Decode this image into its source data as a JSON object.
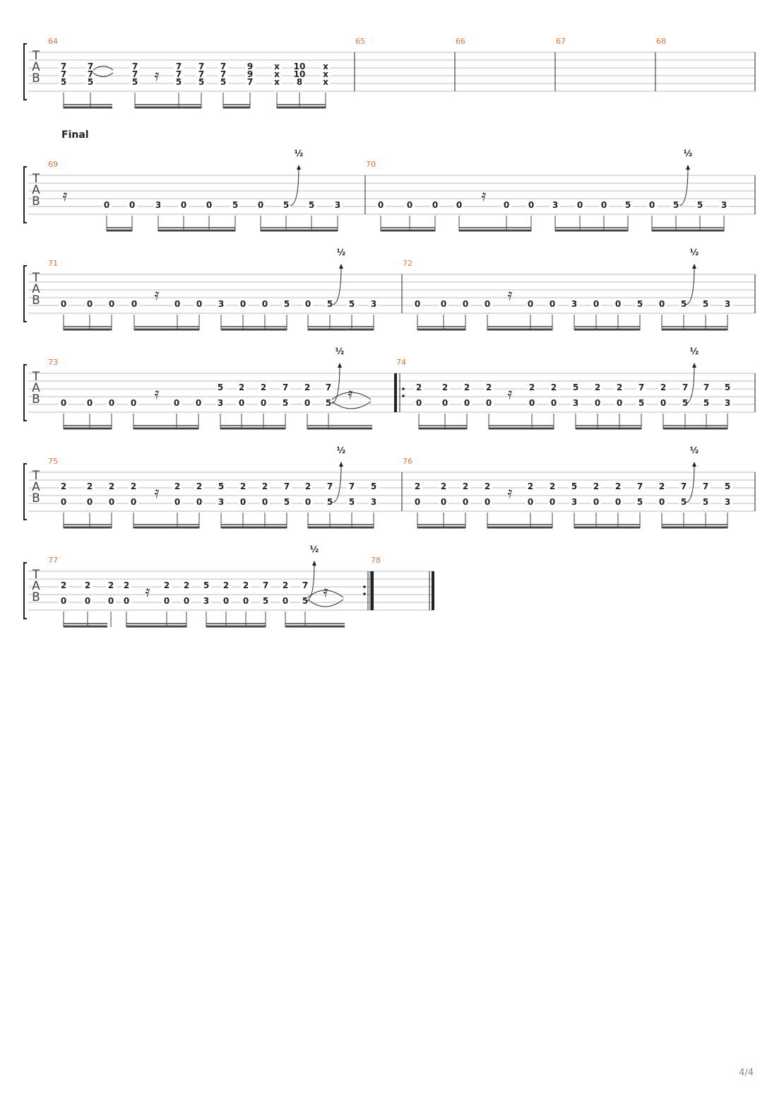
{
  "page": {
    "number": "4/4"
  },
  "section_label": "Final",
  "tab_clef": [
    "T",
    "A",
    "B"
  ],
  "bend_label": "½",
  "colors": {
    "measure_number": "#e8743b",
    "ink": "#222222",
    "line": "#999999"
  },
  "systems": [
    {
      "measures": [
        {
          "number": "64",
          "columns": [
            [
              "7",
              "7",
              "5"
            ],
            [
              "7",
              "7",
              "5"
            ],
            [
              "7",
              "7",
              "5"
            ],
            [
              "7",
              "7",
              "5"
            ],
            [
              "7",
              "7",
              "5"
            ],
            [
              "7",
              "7",
              "5"
            ],
            [
              "9",
              "9",
              "7"
            ],
            [
              "x",
              "x",
              "x"
            ],
            [
              "10",
              "10",
              "8"
            ],
            [
              "x",
              "x",
              "x"
            ]
          ]
        },
        {
          "number": "65",
          "columns": []
        },
        {
          "number": "66",
          "columns": []
        },
        {
          "number": "67",
          "columns": []
        },
        {
          "number": "68",
          "columns": []
        }
      ]
    },
    {
      "label": "Final",
      "measures": [
        {
          "number": "69",
          "columns": [
            [
              "",
              "",
              "0"
            ],
            [
              "",
              "",
              "0"
            ],
            [
              "",
              "",
              "3"
            ],
            [
              "",
              "",
              "0"
            ],
            [
              "",
              "",
              "0"
            ],
            [
              "",
              "",
              "5"
            ],
            [
              "",
              "",
              "0"
            ],
            [
              "",
              "",
              "5"
            ],
            [
              "",
              "",
              "5"
            ],
            [
              "",
              "",
              "3"
            ]
          ]
        },
        {
          "number": "70",
          "columns": [
            [
              "",
              "",
              "0"
            ],
            [
              "",
              "",
              "0"
            ],
            [
              "",
              "",
              "0"
            ],
            [
              "",
              "",
              "0"
            ],
            [
              "",
              "",
              "0"
            ],
            [
              "",
              "",
              "0"
            ],
            [
              "",
              "",
              "3"
            ],
            [
              "",
              "",
              "0"
            ],
            [
              "",
              "",
              "0"
            ],
            [
              "",
              "",
              "5"
            ],
            [
              "",
              "",
              "0"
            ],
            [
              "",
              "",
              "5"
            ],
            [
              "",
              "",
              "5"
            ],
            [
              "",
              "",
              "3"
            ]
          ]
        }
      ]
    },
    {
      "measures": [
        {
          "number": "71",
          "columns": [
            [
              "",
              "",
              "0"
            ],
            [
              "",
              "",
              "0"
            ],
            [
              "",
              "",
              "0"
            ],
            [
              "",
              "",
              "0"
            ],
            [
              "",
              "",
              "0"
            ],
            [
              "",
              "",
              "0"
            ],
            [
              "",
              "",
              "3"
            ],
            [
              "",
              "",
              "0"
            ],
            [
              "",
              "",
              "0"
            ],
            [
              "",
              "",
              "5"
            ],
            [
              "",
              "",
              "0"
            ],
            [
              "",
              "",
              "5"
            ],
            [
              "",
              "",
              "5"
            ],
            [
              "",
              "",
              "3"
            ]
          ]
        },
        {
          "number": "72",
          "columns": [
            [
              "",
              "",
              "0"
            ],
            [
              "",
              "",
              "0"
            ],
            [
              "",
              "",
              "0"
            ],
            [
              "",
              "",
              "0"
            ],
            [
              "",
              "",
              "0"
            ],
            [
              "",
              "",
              "0"
            ],
            [
              "",
              "",
              "3"
            ],
            [
              "",
              "",
              "0"
            ],
            [
              "",
              "",
              "0"
            ],
            [
              "",
              "",
              "5"
            ],
            [
              "",
              "",
              "0"
            ],
            [
              "",
              "",
              "5"
            ],
            [
              "",
              "",
              "5"
            ],
            [
              "",
              "",
              "3"
            ]
          ]
        }
      ]
    },
    {
      "measures": [
        {
          "number": "73",
          "columns": [
            [
              "",
              "",
              "0"
            ],
            [
              "",
              "",
              "0"
            ],
            [
              "",
              "",
              "0"
            ],
            [
              "",
              "",
              "0"
            ],
            [
              "",
              "",
              "0"
            ],
            [
              "",
              "",
              "0"
            ],
            [
              "5",
              "",
              "3"
            ],
            [
              "2",
              "",
              "0"
            ],
            [
              "2",
              "",
              "0"
            ],
            [
              "7",
              "",
              "5"
            ],
            [
              "2",
              "",
              "0"
            ],
            [
              "7",
              "",
              "5"
            ]
          ]
        },
        {
          "number": "74",
          "columns": [
            [
              "2",
              "",
              "0"
            ],
            [
              "2",
              "",
              "0"
            ],
            [
              "2",
              "",
              "0"
            ],
            [
              "2",
              "",
              "0"
            ],
            [
              "2",
              "",
              "0"
            ],
            [
              "2",
              "",
              "0"
            ],
            [
              "5",
              "",
              "3"
            ],
            [
              "2",
              "",
              "0"
            ],
            [
              "2",
              "",
              "0"
            ],
            [
              "7",
              "",
              "5"
            ],
            [
              "2",
              "",
              "0"
            ],
            [
              "7",
              "",
              "5"
            ],
            [
              "7",
              "",
              "5"
            ],
            [
              "5",
              "",
              "3"
            ]
          ]
        }
      ]
    },
    {
      "measures": [
        {
          "number": "75",
          "columns": [
            [
              "2",
              "",
              "0"
            ],
            [
              "2",
              "",
              "0"
            ],
            [
              "2",
              "",
              "0"
            ],
            [
              "2",
              "",
              "0"
            ],
            [
              "2",
              "",
              "0"
            ],
            [
              "2",
              "",
              "0"
            ],
            [
              "5",
              "",
              "3"
            ],
            [
              "2",
              "",
              "0"
            ],
            [
              "2",
              "",
              "0"
            ],
            [
              "7",
              "",
              "5"
            ],
            [
              "2",
              "",
              "0"
            ],
            [
              "7",
              "",
              "5"
            ],
            [
              "7",
              "",
              "5"
            ],
            [
              "5",
              "",
              "3"
            ]
          ]
        },
        {
          "number": "76",
          "columns": [
            [
              "2",
              "",
              "0"
            ],
            [
              "2",
              "",
              "0"
            ],
            [
              "2",
              "",
              "0"
            ],
            [
              "2",
              "",
              "0"
            ],
            [
              "2",
              "",
              "0"
            ],
            [
              "2",
              "",
              "0"
            ],
            [
              "5",
              "",
              "3"
            ],
            [
              "2",
              "",
              "0"
            ],
            [
              "2",
              "",
              "0"
            ],
            [
              "7",
              "",
              "5"
            ],
            [
              "2",
              "",
              "0"
            ],
            [
              "7",
              "",
              "5"
            ],
            [
              "7",
              "",
              "5"
            ],
            [
              "5",
              "",
              "3"
            ]
          ]
        }
      ]
    },
    {
      "measures": [
        {
          "number": "77",
          "columns": [
            [
              "2",
              "",
              "0"
            ],
            [
              "2",
              "",
              "0"
            ],
            [
              "2",
              "",
              "0"
            ],
            [
              "2",
              "",
              "0"
            ],
            [
              "2",
              "",
              "0"
            ],
            [
              "2",
              "",
              "0"
            ],
            [
              "5",
              "",
              "3"
            ],
            [
              "2",
              "",
              "0"
            ],
            [
              "2",
              "",
              "0"
            ],
            [
              "7",
              "",
              "5"
            ],
            [
              "2",
              "",
              "0"
            ],
            [
              "7",
              "",
              "5"
            ]
          ]
        },
        {
          "number": "78",
          "columns": []
        }
      ]
    }
  ]
}
